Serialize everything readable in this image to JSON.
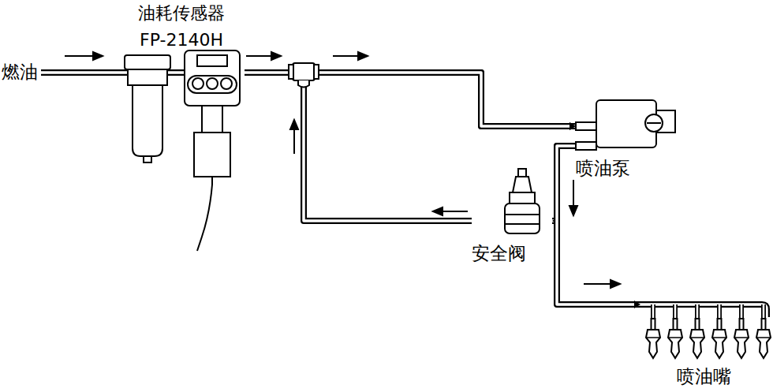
{
  "diagram": {
    "nodes": [
      {
        "text": [
          "油耗传感器",
          "FP-2140H"
        ]
      },
      {
        "text": [
          "喷油泵"
        ]
      },
      {
        "text": [
          "安全阀"
        ]
      },
      {
        "text": [
          "喷油嘴"
        ]
      }
    ],
    "edges": [
      {
        "from": 0,
        "to": 1,
        "arrow": "to"
      },
      {
        "from": 1,
        "to": 2,
        "arrow": "to"
      },
      {
        "from": 1,
        "to": 3,
        "arrow": "to"
      },
      {
        "from": 2,
        "to": 1,
        "arrow": "to"
      }
    ],
    "labels": [
      "燃油"
    ]
  }
}
